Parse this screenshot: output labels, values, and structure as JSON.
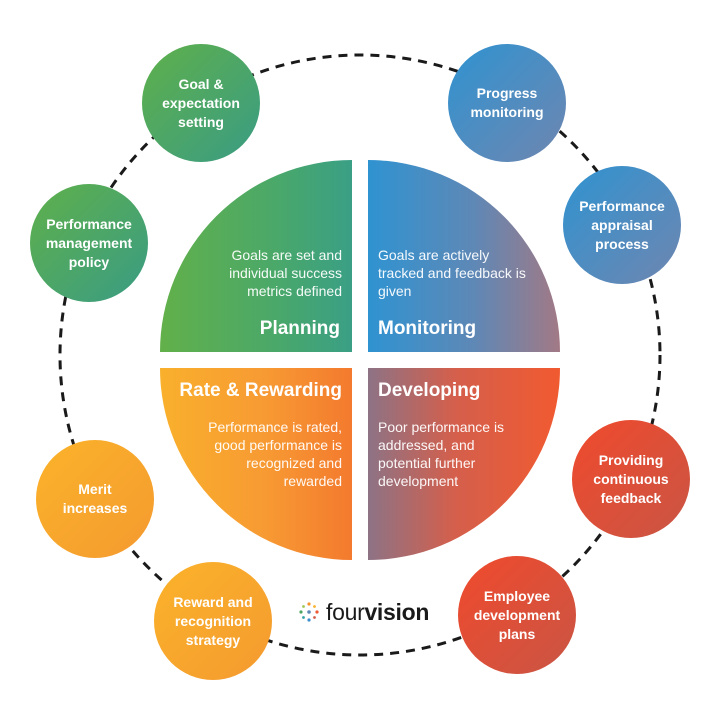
{
  "colors": {
    "planning": "#4ea664",
    "monitoring": "#3b8fcf",
    "rate_rewarding": "#f6942f",
    "developing": "#ee5a34",
    "ring": "#1a1a1a"
  },
  "quadrants": {
    "planning": {
      "title": "Planning",
      "description": "Goals are set and individual success metrics defined"
    },
    "monitoring": {
      "title": "Monitoring",
      "description": "Goals are actively tracked and feedback is given"
    },
    "rewarding": {
      "title": "Rate & Rewarding",
      "description": "Performance is rated, good performance is recognized and rewarded"
    },
    "developing": {
      "title": "Developing",
      "description": "Poor performance is addressed, and potential further development"
    }
  },
  "bubbles": {
    "goal_setting": "Goal &\nexpectation\nsetting",
    "progress_monitoring": "Progress\nmonitoring",
    "performance_policy": "Performance\nmanagement\npolicy",
    "appraisal_process": "Performance\nappraisal\nprocess",
    "merit_increases": "Merit\nincreases",
    "continuous_feedback": "Providing\ncontinuous\nfeedback",
    "reward_strategy": "Reward and\nrecognition\nstrategy",
    "development_plans": "Employee\ndevelopment\nplans"
  },
  "logo": {
    "prefix": "four",
    "suffix": "vision",
    "icon": "fourvision-dots-icon"
  }
}
